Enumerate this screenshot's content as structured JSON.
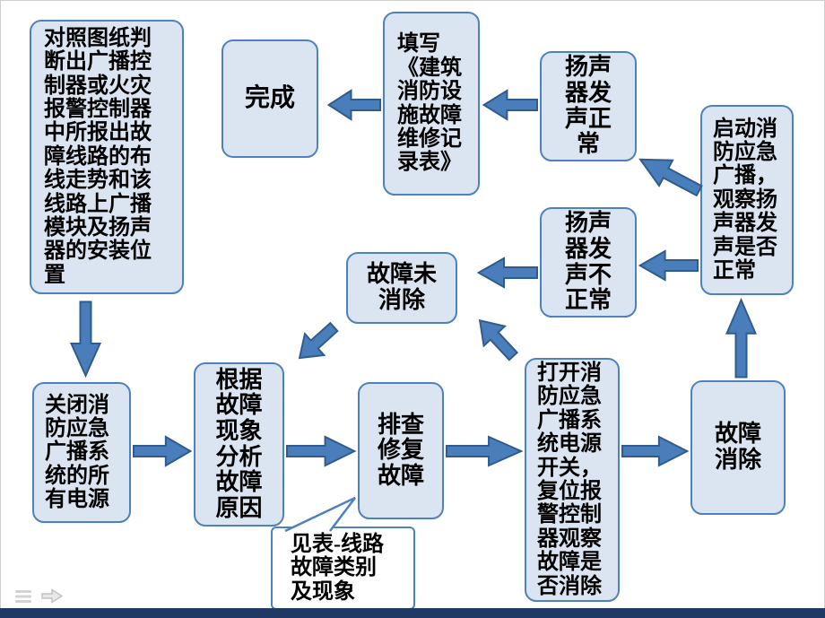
{
  "flowchart": {
    "nodes": {
      "judge": {
        "text": "对照图纸判断出广播控制器或火灾报警控制器中所报出故障线路的布线走势和该线路上广播模块及扬声器的安装位置"
      },
      "complete": {
        "text": "完成"
      },
      "fill_form": {
        "text": "填写《建筑消防设施故障维修记录表》"
      },
      "speaker_ok": {
        "text": "扬声器发声正常"
      },
      "start_broadcast": {
        "text": "启动消防应急广播，观察扬声器发声是否正常"
      },
      "speaker_bad": {
        "text": "扬声器发声不正常"
      },
      "fault_remains": {
        "text": "故障未消除"
      },
      "power_off": {
        "text": "关闭消防应急广播系统的所有电源"
      },
      "analyze": {
        "text": "根据故障现象分析故障原因"
      },
      "repair": {
        "text": "排查修复故障"
      },
      "power_on": {
        "text": "打开消防应急广播系统电源开关，复位报警控制器观察故障是否消除"
      },
      "fault_cleared": {
        "text": "故障消除"
      }
    },
    "callout": {
      "text": "见表-线路故障类别及现象"
    }
  },
  "colors": {
    "node_fill": "#dbe5f1",
    "node_border": "#4f81bd",
    "arrow_fill": "#4a7ebb",
    "arrow_border": "#2f5b8f",
    "bottom_bar": "#1f3864"
  }
}
